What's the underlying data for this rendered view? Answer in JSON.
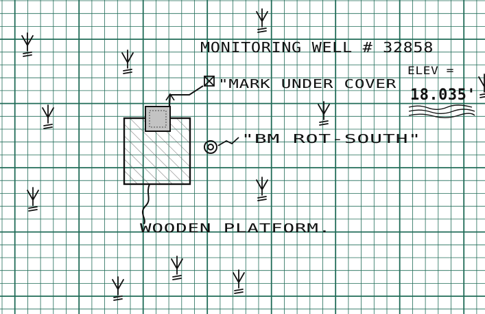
{
  "sheet": {
    "grid_color": "#1f6b57",
    "ink_color": "#111111",
    "hatch_color": "#555555",
    "marker_fill": "#bdbdbd"
  },
  "labels": {
    "well_title": "MONITORING WELL # 32858",
    "mark_note": "\"MARK UNDER COVER",
    "elevation_label": "ELEV =",
    "elevation_value": "18.035'",
    "benchmark_note": "\"BM ROT-SOUTH\"",
    "platform_label": "WOODEN PLATFORM."
  },
  "symbols": {
    "well_marker": "x-in-box-icon",
    "benchmark": "concentric-circle-icon",
    "vegetation": "grass-tuft-icon"
  }
}
